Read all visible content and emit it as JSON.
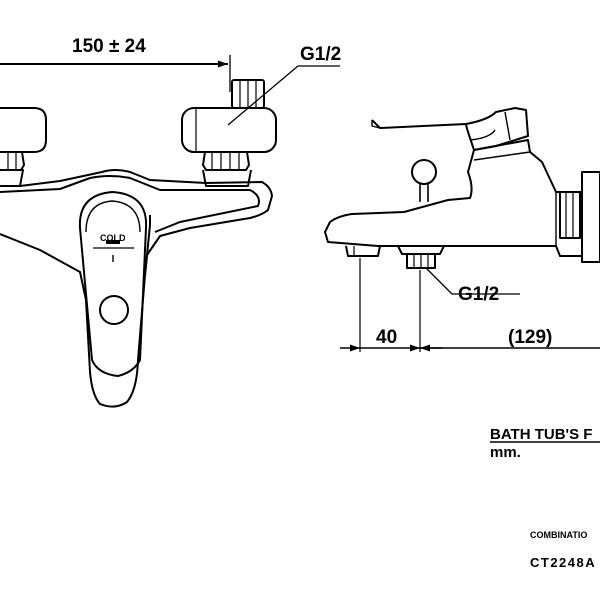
{
  "front_view": {
    "width_dimension": "150 ± 24",
    "thread_callout": "G1/2",
    "handle_marking": "COLD"
  },
  "side_view": {
    "thread_callout": "G1/2",
    "spout_dimension": "40",
    "depth_dimension": "(129)"
  },
  "notes": {
    "caption_line1": "BATH TUB'S F",
    "caption_line2": "mm."
  },
  "title_block": {
    "label": "COMBINATIO",
    "model": "CT2248A"
  }
}
